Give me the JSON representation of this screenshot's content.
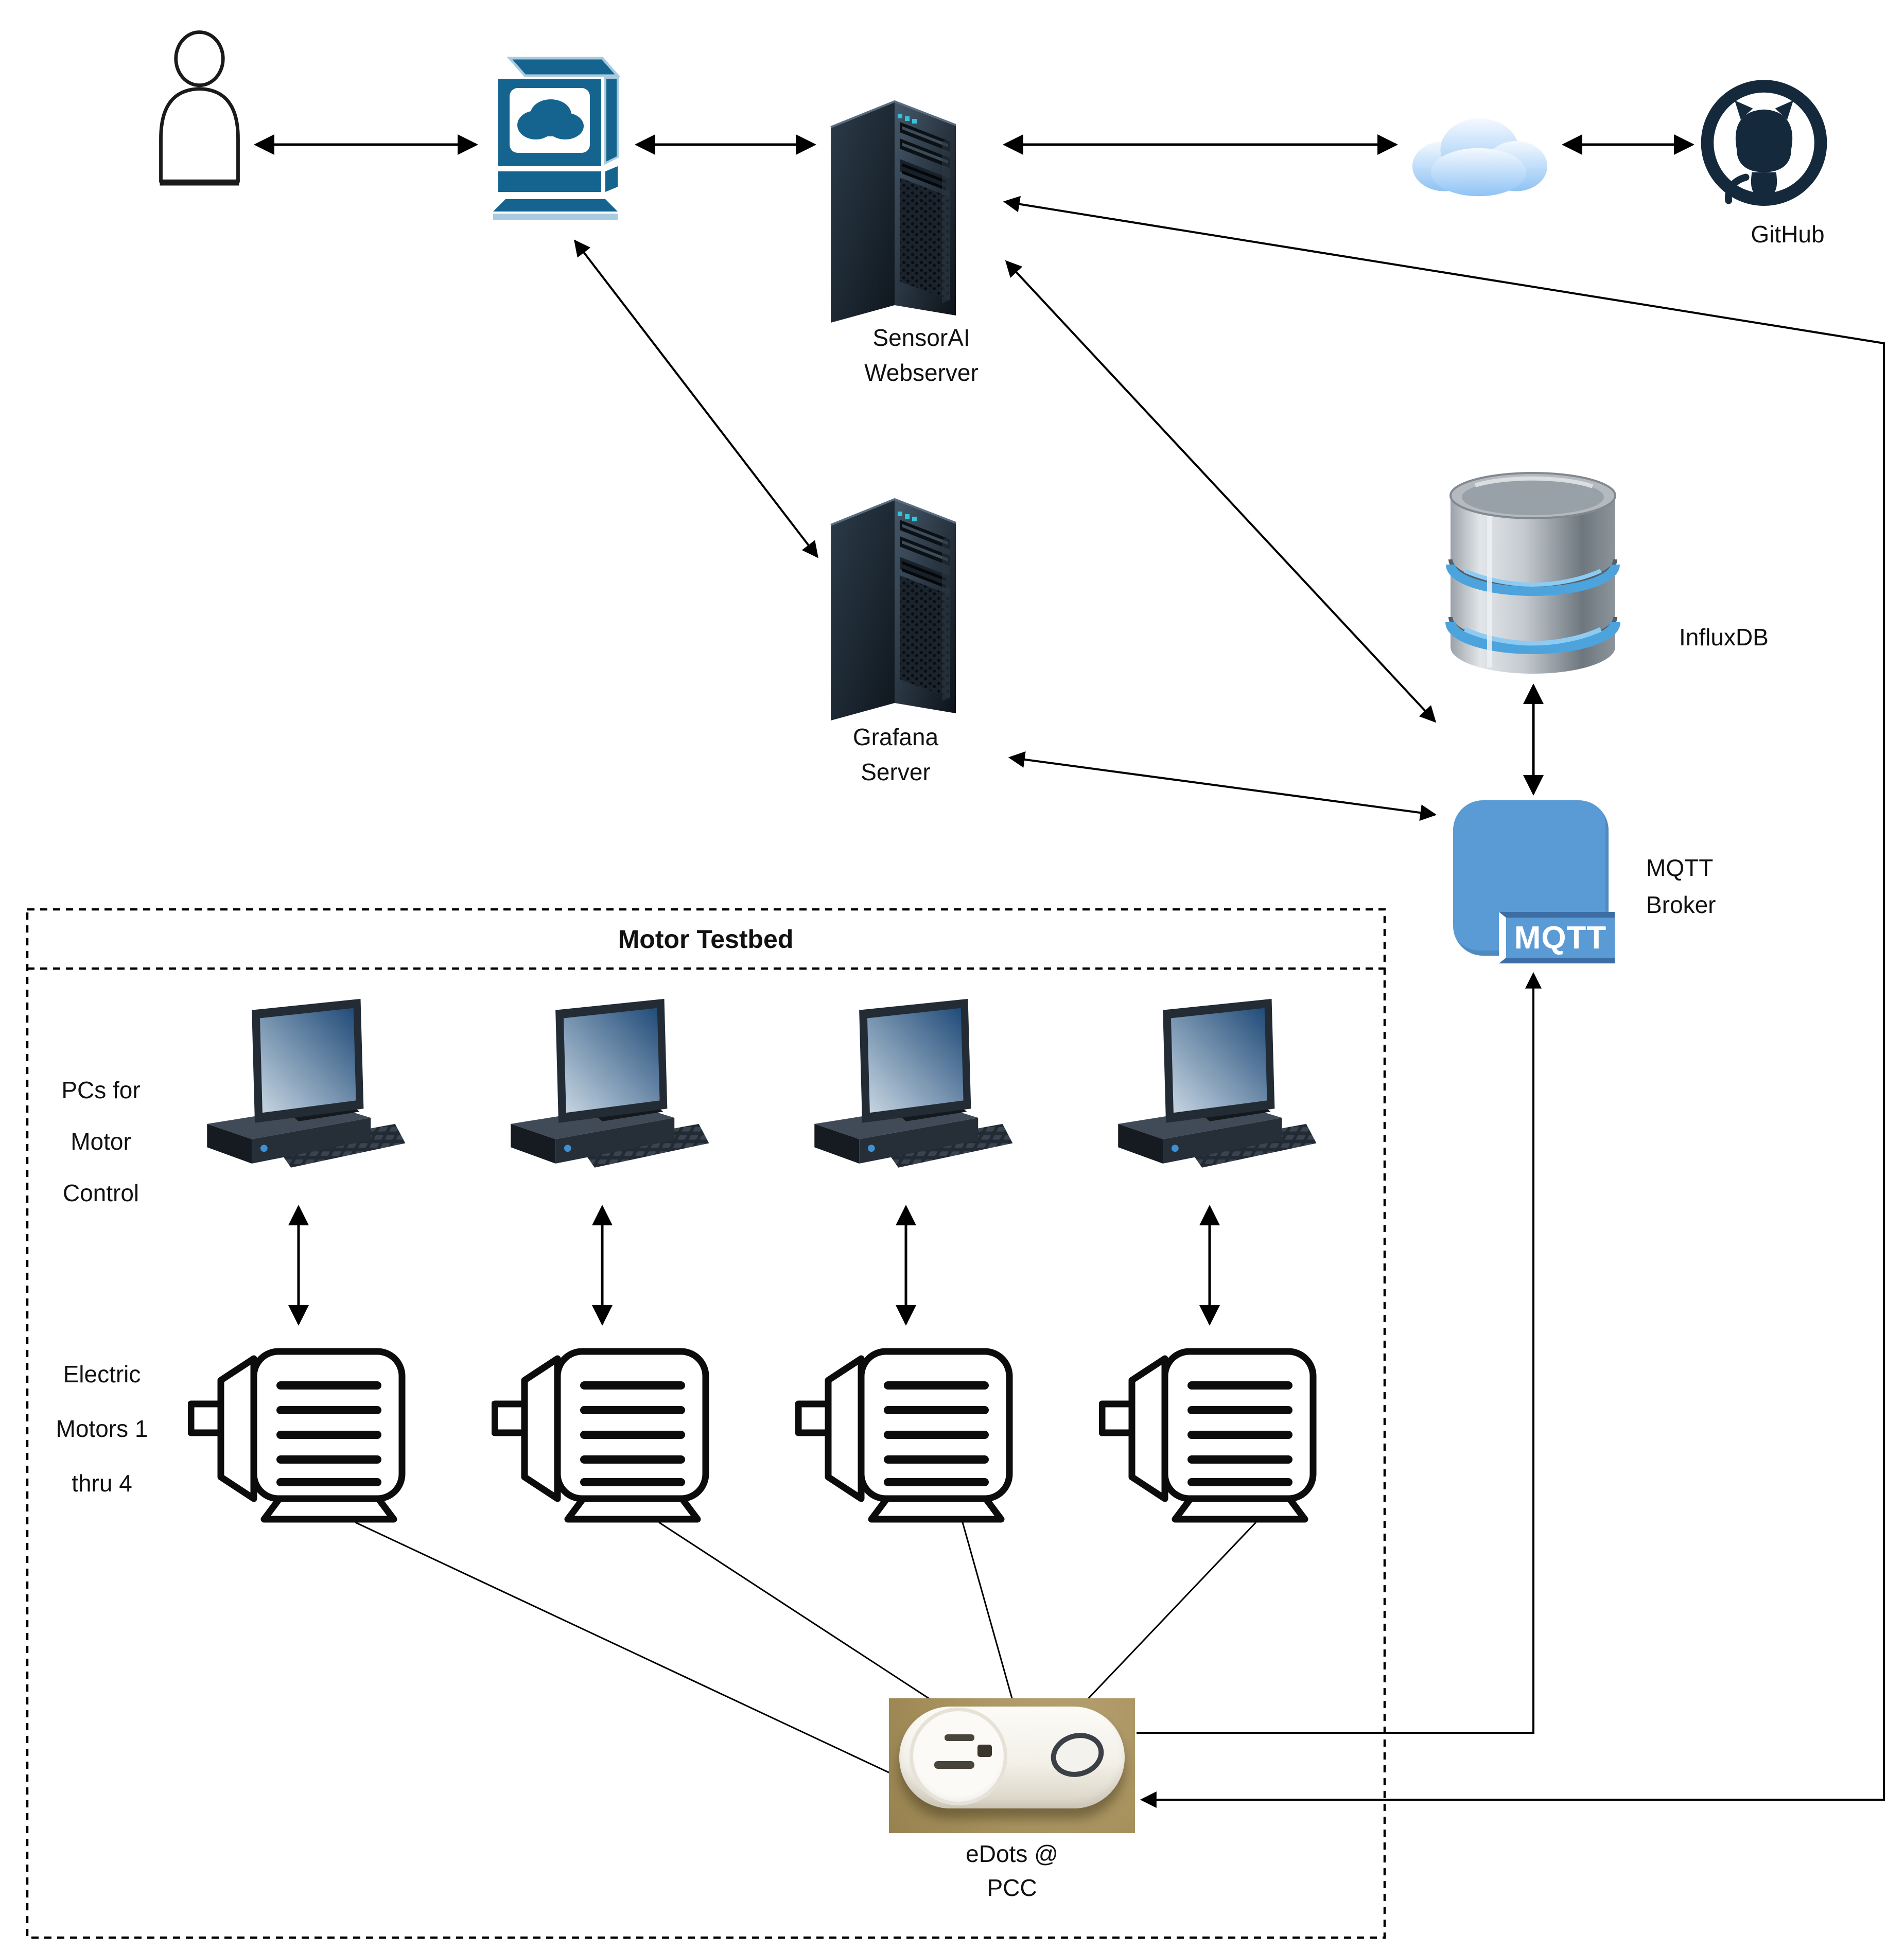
{
  "diagram_type": "system-architecture",
  "nodes": {
    "user": {
      "icon": "person-icon"
    },
    "web_terminal": {
      "icon": "browser-terminal-with-cloud-icon"
    },
    "sensorai_webserver": {
      "icon": "server-tower-icon",
      "label": [
        "SensorAI",
        "Webserver"
      ]
    },
    "cloud": {
      "icon": "cloud-icon"
    },
    "github": {
      "icon": "github-octocat-icon",
      "label": "GitHub"
    },
    "grafana_server": {
      "icon": "server-tower-icon",
      "label": [
        "Grafana",
        "Server"
      ]
    },
    "influxdb": {
      "icon": "database-cylinder-icon",
      "label": "InfluxDB"
    },
    "mqtt_broker": {
      "icon": "mqtt-rounded-square-icon",
      "badge": "MQTT",
      "label": [
        "MQTT",
        "Broker"
      ]
    },
    "motor_testbed": {
      "title": "Motor Testbed",
      "pcs_label": [
        "PCs for",
        "Motor",
        "Control"
      ],
      "motors_label": [
        "Electric",
        "Motors 1",
        "thru 4"
      ],
      "pc_count": 4,
      "motor_count": 4
    },
    "edots": {
      "icon": "smart-plug-photo",
      "label": [
        "eDots @",
        "PCC"
      ]
    }
  },
  "colors": {
    "arrow_black": "#000000",
    "terminal_blue": "#15648f",
    "terminal_light": "#a9cbdf",
    "mqtt_blue": "#5b9bd5",
    "github_navy": "#15293d",
    "influx_stripe": "#4da3dc",
    "cloud_blue": "#8fc3f4",
    "edots_tan": "#a8935f"
  }
}
